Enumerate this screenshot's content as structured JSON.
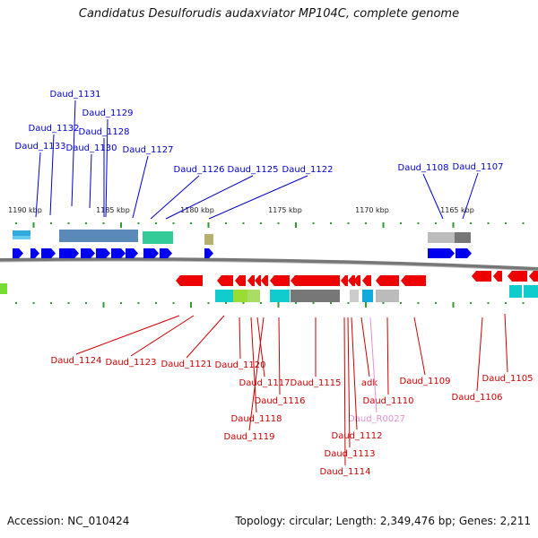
{
  "title": "Candidatus Desulforudis audaxviator MP104C, complete genome",
  "footer": {
    "accession": "Accession: NC_010424",
    "topology": "Topology: circular; Length: 2,349,476 bp; Genes: 2,211"
  },
  "scale_labels": [
    "1190 kbp",
    "1185 kbp",
    "1180 kbp",
    "1175 kbp",
    "1170 kbp",
    "1165 kbp"
  ],
  "colors": {
    "top_label": "#0000cc",
    "bottom_label": "#cc0000",
    "rna_label": "#e58fd4",
    "forward_arrow": "#0000ee",
    "reverse_arrow": "#ee0000",
    "backbone": "#888888",
    "tick": "#339933"
  },
  "top_labels": [
    "Daud_1131",
    "Daud_1132",
    "Daud_1133",
    "Daud_1129",
    "Daud_1128",
    "Daud_1130",
    "Daud_1127",
    "Daud_1126",
    "Daud_1125",
    "Daud_1122",
    "Daud_1108",
    "Daud_1107"
  ],
  "bottom_labels": [
    "Daud_1124",
    "Daud_1123",
    "Daud_1121",
    "Daud_1120",
    "Daud_1117",
    "Daud_1116",
    "Daud_1118",
    "Daud_1119",
    "Daud_1115",
    "adk",
    "Daud_1110",
    "Daud_R0027",
    "Daud_1112",
    "Daud_1113",
    "Daud_1114",
    "Daud_1109",
    "Daud_1106",
    "Daud_1105"
  ]
}
